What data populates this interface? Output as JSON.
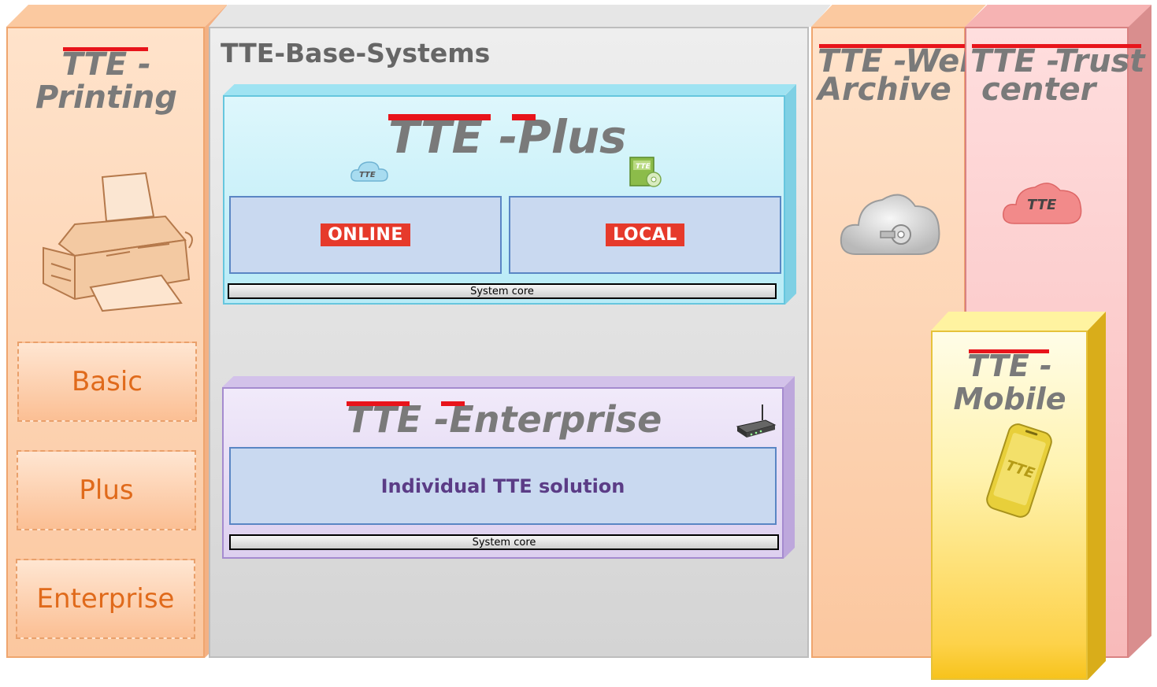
{
  "printing": {
    "title_line1": "TTE -",
    "title_line2": "Printing",
    "tiers": [
      "Basic",
      "Plus",
      "Enterprise"
    ]
  },
  "base": {
    "title": "TTE-Base-Systems",
    "plus": {
      "title": "TTE -Plus",
      "online": "ONLINE",
      "local": "LOCAL",
      "core": "System core"
    },
    "enterprise": {
      "title": "TTE -Enterprise",
      "solution": "Individual TTE solution",
      "core": "System core"
    }
  },
  "web_archive": {
    "line1": "TTE -Web",
    "line2": "Archive"
  },
  "trust_center": {
    "line1": "TTE -Trust",
    "line2": "center",
    "cloud_label": "TTE"
  },
  "mobile": {
    "line1": "TTE -",
    "line2": "Mobile",
    "phone_label": "TTE"
  },
  "icons": {
    "cloud_small_label": "TTE",
    "disk_label": "TTE"
  },
  "colors": {
    "accent_red": "#e8141b",
    "orange_column": "#fcd0ae",
    "grey_column": "#dcdcdc",
    "cyan_box": "#c9f0f8",
    "purple_box": "#e6dcf3",
    "pink_column": "#fbcccc",
    "yellow_column": "#fde070"
  }
}
